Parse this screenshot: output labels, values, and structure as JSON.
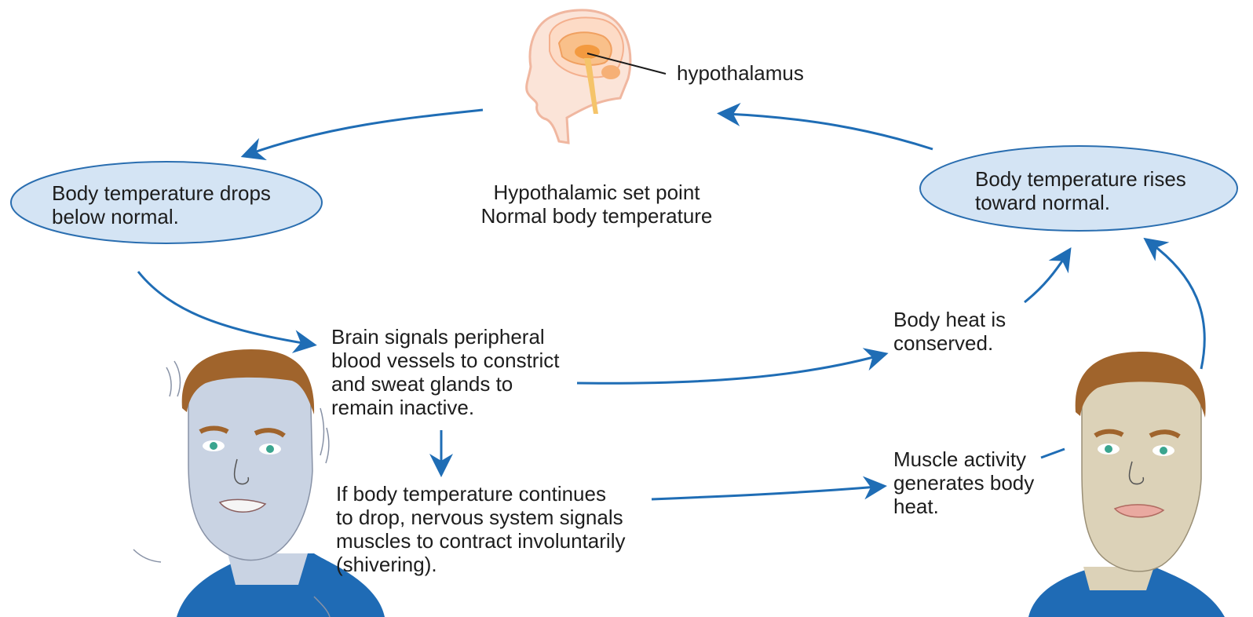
{
  "labels": {
    "hypothalamus": "hypothalamus",
    "set_point": [
      "Hypothalamic set point",
      "Normal body temperature"
    ],
    "temp_drops": [
      "Body temperature drops",
      "below normal."
    ],
    "temp_rises": [
      "Body temperature rises",
      "toward normal."
    ],
    "brain_signals": [
      "Brain signals peripheral",
      "blood vessels to constrict",
      "and sweat glands to",
      "remain inactive."
    ],
    "shivering": [
      "If body temperature continues",
      "to drop, nervous system signals",
      "muscles to contract involuntarily",
      "(shivering)."
    ],
    "heat_conserved": [
      "Body heat is",
      "conserved."
    ],
    "muscle_activity": [
      "Muscle activity",
      "generates body",
      "heat."
    ]
  },
  "colors": {
    "arrow": "#1f6db5",
    "oval_fill": "#d4e4f4",
    "oval_stroke": "#2a6eb0",
    "head_outline": "#f0b7a0",
    "brain": "#f4a44a",
    "cold_skin": "#c9d3e3",
    "warm_skin": "#dcd2b8",
    "hair": "#a0642c",
    "shirt": "#1f6bb5"
  }
}
